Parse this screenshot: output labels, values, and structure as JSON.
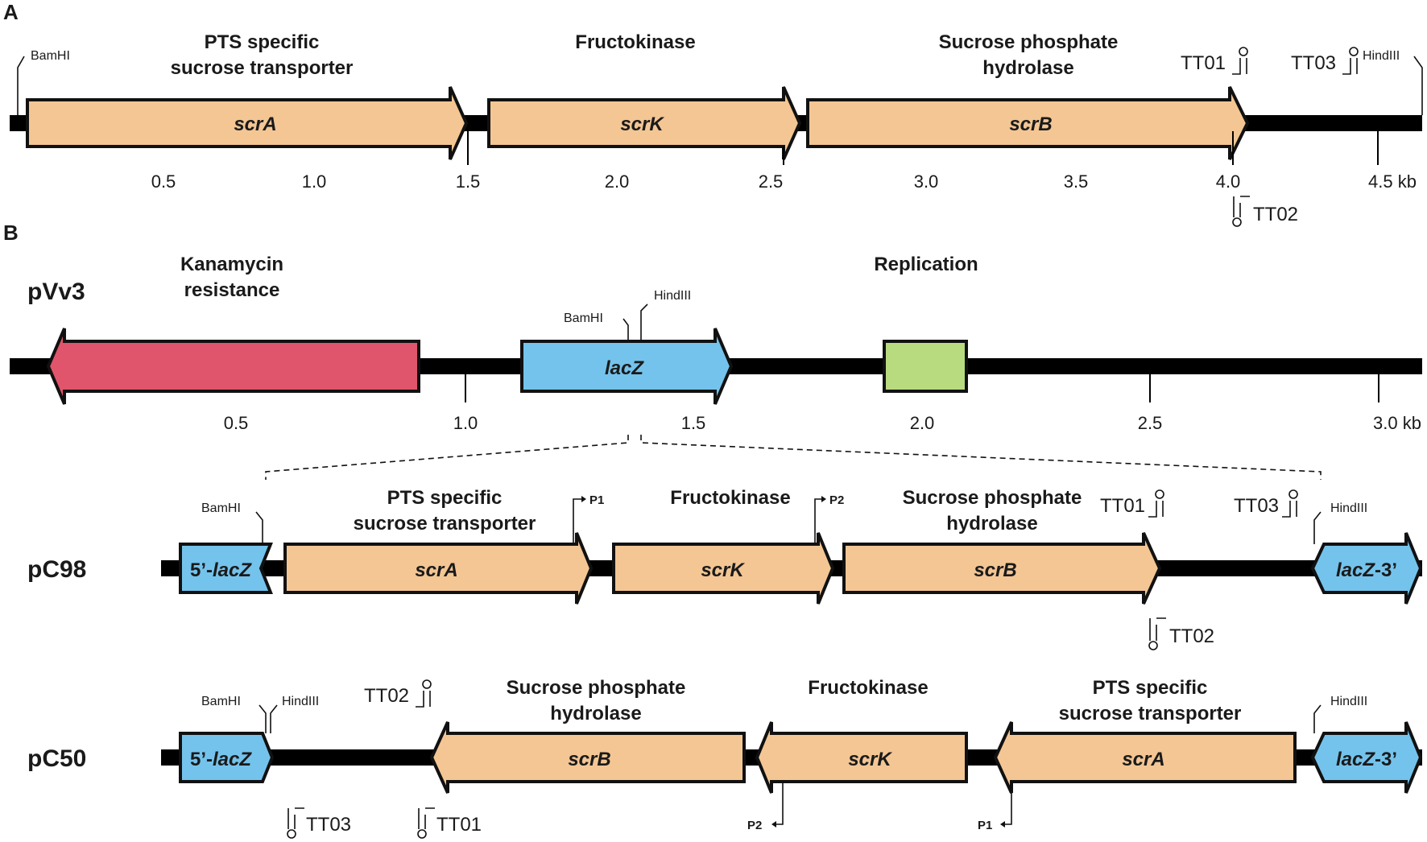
{
  "colors": {
    "orf": "#F3C694",
    "kan": "#E0556B",
    "lacz": "#74C3EC",
    "rep": "#B8DB80",
    "backbone": "#000000"
  },
  "panelA": {
    "label": "A",
    "features": {
      "scrA": {
        "gene": "scrA",
        "function_line1": "PTS specific",
        "function_line2": "sucrose transporter"
      },
      "scrK": {
        "gene": "scrK",
        "function_line1": "Fructokinase"
      },
      "scrB": {
        "gene": "scrB",
        "function_line1": "Sucrose phosphate",
        "function_line2": "hydrolase"
      }
    },
    "sites": {
      "bamhi": "BamHI",
      "hindiii": "HindIII"
    },
    "terminators": {
      "tt01": "TT01",
      "tt02": "TT02",
      "tt03": "TT03"
    },
    "ticks": [
      "0.5",
      "1.0",
      "1.5",
      "2.0",
      "2.5",
      "3.0",
      "3.5",
      "4.0",
      "4.5 kb"
    ]
  },
  "panelB": {
    "label": "B",
    "pvv3": {
      "name": "pVv3",
      "kan_line1": "Kanamycin",
      "kan_line2": "resistance",
      "replication": "Replication",
      "lacz": "lacZ",
      "bamhi": "BamHI",
      "hindiii": "HindIII",
      "ticks": [
        "0.5",
        "1.0",
        "1.5",
        "2.0",
        "2.5",
        "3.0 kb"
      ]
    },
    "pc98": {
      "name": "pC98",
      "lacz5_a": "5’-",
      "lacz5_b": "lacZ",
      "lacz3_a": "lacZ",
      "lacz3_b": "-3’",
      "scrA": "scrA",
      "scrK": "scrK",
      "scrB": "scrB",
      "scrA_line1": "PTS specific",
      "scrA_line2": "sucrose transporter",
      "scrK_line1": "Fructokinase",
      "scrB_line1": "Sucrose phosphate",
      "scrB_line2": "hydrolase",
      "p1": "P1",
      "p2": "P2",
      "bamhi": "BamHI",
      "hindiii": "HindIII",
      "tt01": "TT01",
      "tt02": "TT02",
      "tt03": "TT03"
    },
    "pc50": {
      "name": "pC50",
      "lacz5_a": "5’-",
      "lacz5_b": "lacZ",
      "lacz3_a": "lacZ",
      "lacz3_b": "-3’",
      "scrA": "scrA",
      "scrK": "scrK",
      "scrB": "scrB",
      "scrB_line1": "Sucrose phosphate",
      "scrB_line2": "hydrolase",
      "scrK_line1": "Fructokinase",
      "scrA_line1": "PTS specific",
      "scrA_line2": "sucrose transporter",
      "p1": "P1",
      "p2": "P2",
      "bamhi": "BamHI",
      "hindiii": "HindIII",
      "hindiii_right": "HindIII",
      "tt01": "TT01",
      "tt02": "TT02",
      "tt03": "TT03"
    }
  }
}
